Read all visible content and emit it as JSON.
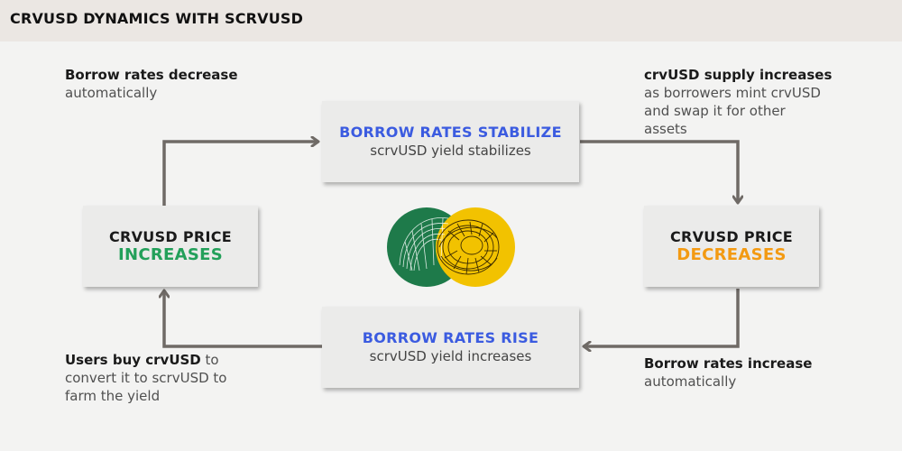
{
  "header": {
    "title": "CRVUSD DYNAMICS WITH SCRVUSD"
  },
  "boxes": {
    "top": {
      "title": "BORROW RATES STABILIZE",
      "subtitle": "scrvUSD yield stabilizes"
    },
    "bottom": {
      "title": "BORROW RATES RISE",
      "subtitle": "scrvUSD yield increases"
    },
    "left": {
      "title": "CRVUSD PRICE",
      "status": "INCREASES"
    },
    "right": {
      "title": "CRVUSD PRICE",
      "status": "DECREASES"
    }
  },
  "notes": {
    "top_left": {
      "bold": "Borrow rates decrease",
      "text": "automatically"
    },
    "top_right": {
      "bold": "crvUSD supply increases",
      "line2": "as borrowers mint crvUSD",
      "line3": "and swap it for other",
      "line4": "assets"
    },
    "bottom_right": {
      "bold": "Borrow rates increase",
      "text": "automatically"
    },
    "bottom_left": {
      "bold": "Users buy crvUSD",
      "text1": " to",
      "line2": "convert it to scrvUSD to",
      "line3": "farm the yield"
    }
  },
  "colors": {
    "header_bg": "#ebe7e3",
    "accent_blue": "#3b5be0",
    "accent_green": "#23a05a",
    "accent_orange": "#f39a12",
    "logo_green": "#1e7a4a",
    "logo_yellow": "#f2c200",
    "arrow": "#6f6a66"
  }
}
